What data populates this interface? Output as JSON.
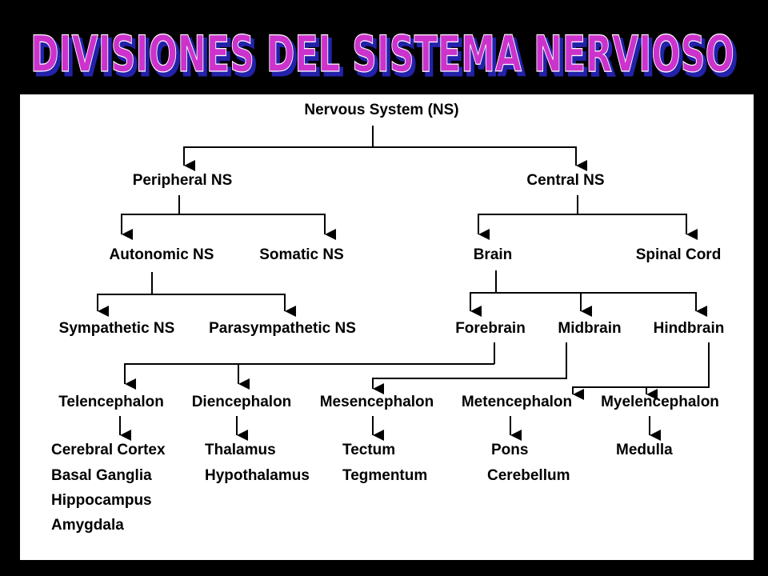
{
  "title": "DIVISIONES DEL SISTEMA NERVIOSO",
  "colors": {
    "background": "#000000",
    "title_fill": "#cc33cc",
    "title_shadow": "#2222aa",
    "panel": "#ffffff",
    "text": "#000000"
  },
  "nodes": {
    "ns": "Nervous System (NS)",
    "peripheral": "Peripheral NS",
    "central": "Central NS",
    "autonomic": "Autonomic NS",
    "somatic": "Somatic NS",
    "brain": "Brain",
    "spinal": "Spinal Cord",
    "sympathetic": "Sympathetic NS",
    "parasympathetic": "Parasympathetic NS",
    "forebrain": "Forebrain",
    "midbrain": "Midbrain",
    "hindbrain": "Hindbrain",
    "telencephalon": "Telencephalon",
    "diencephalon": "Diencephalon",
    "mesencephalon": "Mesencephalon",
    "metencephalon": "Metencephalon",
    "myelencephalon": "Myelencephalon"
  },
  "leaves": {
    "telencephalon": [
      "Cerebral Cortex",
      "Basal Ganglia",
      "Hippocampus",
      "Amygdala"
    ],
    "diencephalon": [
      "Thalamus",
      "Hypothalamus"
    ],
    "mesencephalon": [
      "Tectum",
      "Tegmentum"
    ],
    "metencephalon": [
      "Pons",
      "Cerebellum"
    ],
    "myelencephalon": [
      "Medulla"
    ]
  }
}
